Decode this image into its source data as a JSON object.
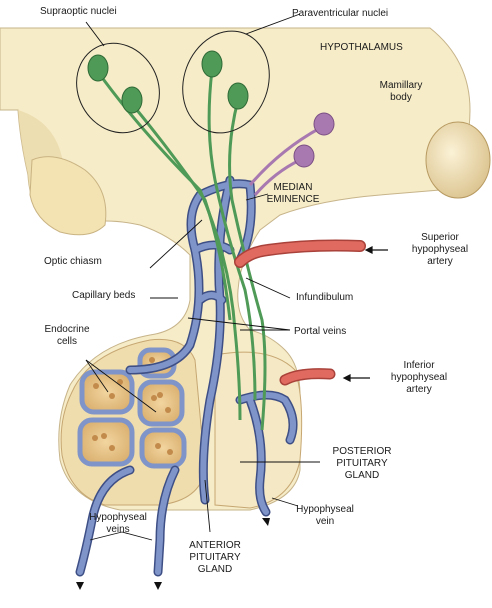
{
  "labels": {
    "supraoptic_nuclei": "Supraoptic nuclei",
    "paraventricular_nuclei": "Paraventricular nuclei",
    "hypothalamus": "HYPOTHALAMUS",
    "mamillary_body": "Mamillary\nbody",
    "median_eminence": "MEDIAN\nEMINENCE",
    "optic_chiasm": "Optic chiasm",
    "superior_hypophyseal_artery": "Superior\nhypophyseal\nartery",
    "capillary_beds": "Capillary beds",
    "infundibulum": "Infundibulum",
    "endocrine_cells": "Endocrine\ncells",
    "portal_veins": "Portal veins",
    "inferior_hypophyseal_artery": "Inferior\nhypophyseal\nartery",
    "posterior_pituitary_gland": "POSTERIOR\nPITUITARY\nGLAND",
    "hypophyseal_veins": "Hypophyseal\nveins",
    "hypophyseal_vein": "Hypophyseal\nvein",
    "anterior_pituitary_gland": "ANTERIOR\nPITUITARY\nGLAND"
  },
  "colors": {
    "brain_tissue": "#f6ecc8",
    "pituitary_tissue": "#f3e2b8",
    "vein_blue": "#7f94c8",
    "vein_outline": "#3e4f86",
    "neuron_green": "#4f9a57",
    "neuron_purple": "#a879b0",
    "artery_red": "#e06a60",
    "leader_line": "#111111"
  }
}
